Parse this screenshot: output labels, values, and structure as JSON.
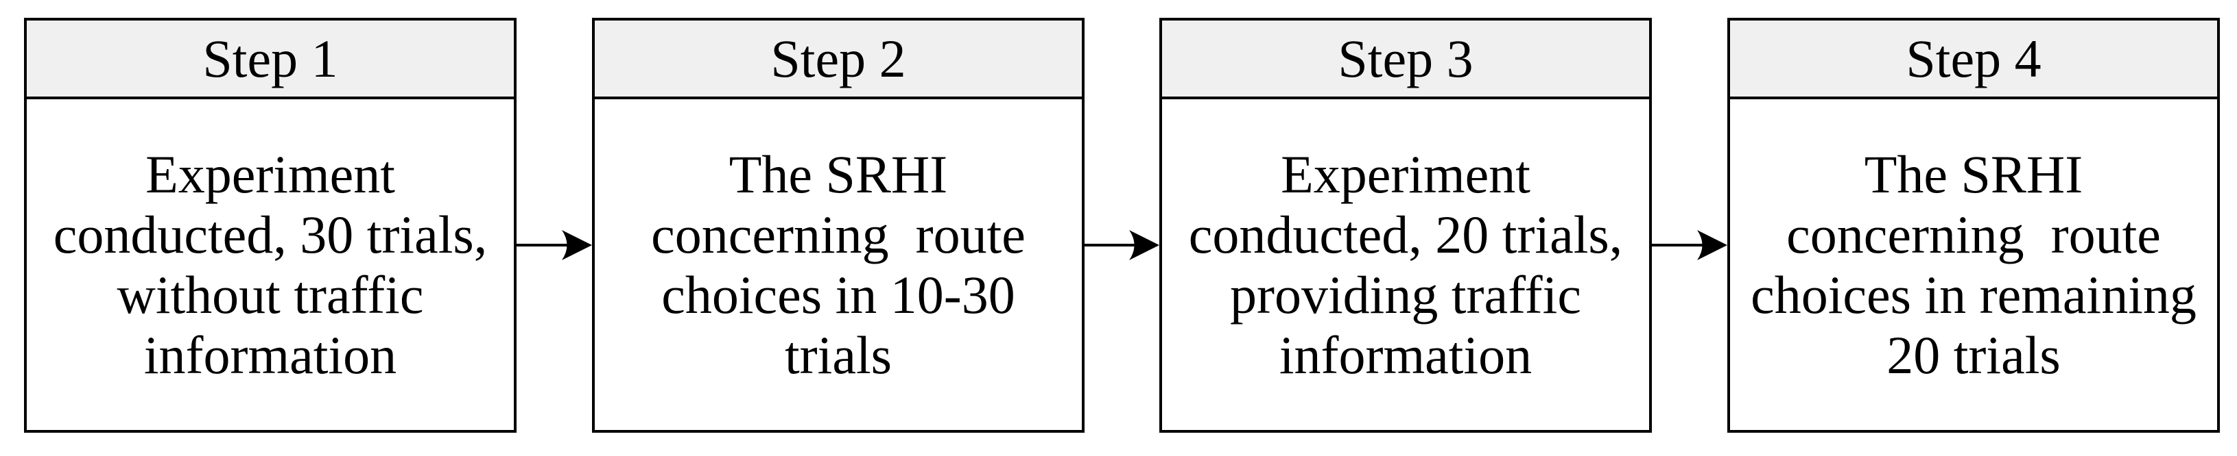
{
  "figure": {
    "type": "flowchart",
    "orientation": "horizontal",
    "step_count": 4
  },
  "colors": {
    "header_bg": "#f0f0f0",
    "box_bg": "#ffffff",
    "border": "#000000",
    "text": "#000000",
    "arrow": "#000000",
    "page_bg": "#ffffff"
  },
  "steps": [
    {
      "title": "Step 1",
      "lines": [
        "Experiment",
        "conducted, 30 trials,",
        "without traffic",
        "information"
      ]
    },
    {
      "title": "Step 2",
      "lines": [
        "The SRHI",
        "concerning  route",
        "choices in 10-30",
        "trials"
      ]
    },
    {
      "title": "Step 3",
      "lines": [
        "Experiment",
        "conducted, 20 trials,",
        "providing traffic",
        "information"
      ]
    },
    {
      "title": "Step 4",
      "lines": [
        "The SRHI",
        "concerning  route",
        "choices in remaining",
        "20 trials"
      ]
    }
  ],
  "arrows": [
    {
      "from": "Step 1",
      "to": "Step 2",
      "direction": "right"
    },
    {
      "from": "Step 2",
      "to": "Step 3",
      "direction": "right"
    },
    {
      "from": "Step 3",
      "to": "Step 4",
      "direction": "right"
    }
  ]
}
